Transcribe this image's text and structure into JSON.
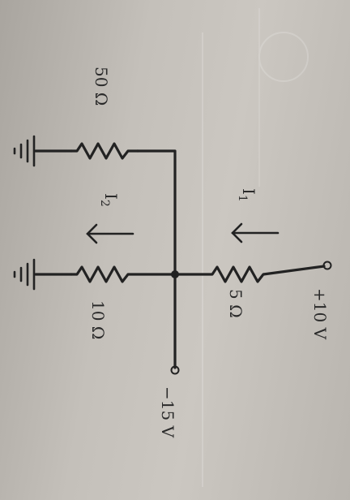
{
  "labels": {
    "r_50": "50 Ω",
    "r_5": "5 Ω",
    "r_10": "10 Ω",
    "v_pos": "+10 V",
    "v_neg": "−15 V",
    "i1": "I",
    "i1_sub": "1",
    "i2": "I",
    "i2_sub": "2"
  },
  "colors": {
    "ink": "#222222",
    "paper": "#c4c0ba"
  },
  "icons": {
    "ground": "ground-icon",
    "resistor": "resistor-icon",
    "terminal": "terminal-icon",
    "arrow": "arrow-icon"
  }
}
